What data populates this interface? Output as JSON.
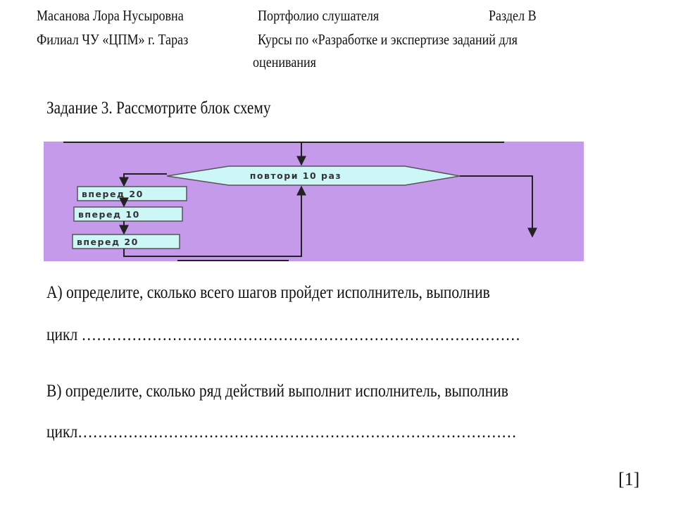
{
  "header": {
    "author": "Масанова Лора Нусыровна",
    "branch": "Филиал ЧУ «ЦПМ» г. Тараз",
    "portfolio": "Портфолио  слушателя",
    "section": "Раздел  В",
    "courses_line1": "Курсы по «Разработке и экспертизе  заданий для",
    "courses_line2": "оценивания"
  },
  "task": {
    "title": "Задание 3.  Рассмотрите блок схему"
  },
  "flowchart": {
    "loop_label": "повтори 10 раз",
    "steps": [
      "вперед 20",
      "вперед 10",
      "вперед 20"
    ],
    "colors": {
      "background": "#c59aeb",
      "block_fill": "#cdf6f6",
      "line": "#222222"
    }
  },
  "questions": [
    {
      "line1": "А)  определите, сколько всего шагов пройдет  исполнитель, выполнив",
      "line2": "цикл ……………………………………………………………………………"
    },
    {
      "line1": "В) определите, сколько ряд действий выполнит исполнитель, выполнив",
      "line2": "цикл……………………………………………………………………………"
    }
  ],
  "score": "[1]"
}
